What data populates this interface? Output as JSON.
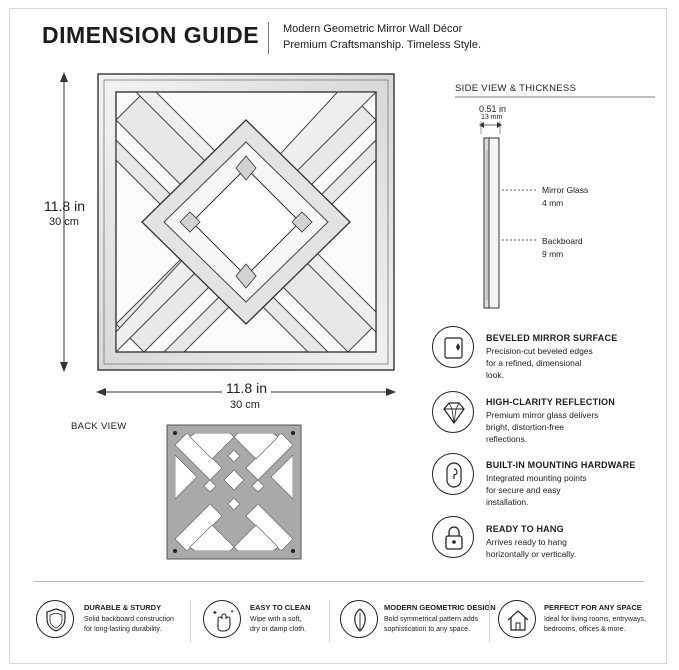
{
  "header": {
    "title": "DIMENSION GUIDE",
    "tagline_1": "Modern Geometric Mirror Wall Décor",
    "tagline_2": "Premium Craftsmanship. Timeless Style."
  },
  "front_view": {
    "height_in": "11.8 in",
    "height_cm": "30 cm",
    "width_in": "11.8 in",
    "width_cm": "30 cm"
  },
  "back_view": {
    "label": "BACK VIEW"
  },
  "side_view": {
    "label": "SIDE VIEW & THICKNESS",
    "thickness_in": "0.51 in",
    "thickness_mm": "13 mm",
    "mirror_label": "Mirror Glass",
    "mirror_value": "4 mm",
    "backboard_label": "Backboard",
    "backboard_value": "9 mm"
  },
  "features": [
    {
      "title": "BEVELED MIRROR SURFACE",
      "lines": [
        "Precision-cut beveled edges",
        "for a refined, dimensional",
        "look."
      ],
      "icon": "beveled-mirror-icon"
    },
    {
      "title": "HIGH-CLARITY REFLECTION",
      "lines": [
        "Premium mirror glass delivers",
        "bright, distortion-free",
        "reflections."
      ],
      "icon": "diamond-icon"
    },
    {
      "title": "BUILT-IN MOUNTING HARDWARE",
      "lines": [
        "Integrated mounting points",
        "for secure and easy",
        "installation."
      ],
      "icon": "mounting-hook-icon"
    },
    {
      "title": "READY TO HANG",
      "lines": [
        "Arrives ready to hang",
        "horizontally or vertically."
      ],
      "icon": "padlock-icon"
    }
  ],
  "bottom": [
    {
      "title": "DURABLE & STURDY",
      "lines": [
        "Solid backboard construction",
        "for long-lasting durability."
      ],
      "icon": "shield-icon"
    },
    {
      "title": "EASY TO CLEAN",
      "lines": [
        "Wipe with a soft,",
        "dry or damp cloth."
      ],
      "icon": "cleaning-hand-icon"
    },
    {
      "title": "MODERN GEOMETRIC DESIGN",
      "lines": [
        "Bold symmetrical pattern adds",
        "sophistication to any space."
      ],
      "icon": "leaf-icon"
    },
    {
      "title": "PERFECT FOR ANY SPACE",
      "lines": [
        "Ideal for living rooms, entryways,",
        "bedrooms, offices & more."
      ],
      "icon": "house-icon"
    }
  ]
}
